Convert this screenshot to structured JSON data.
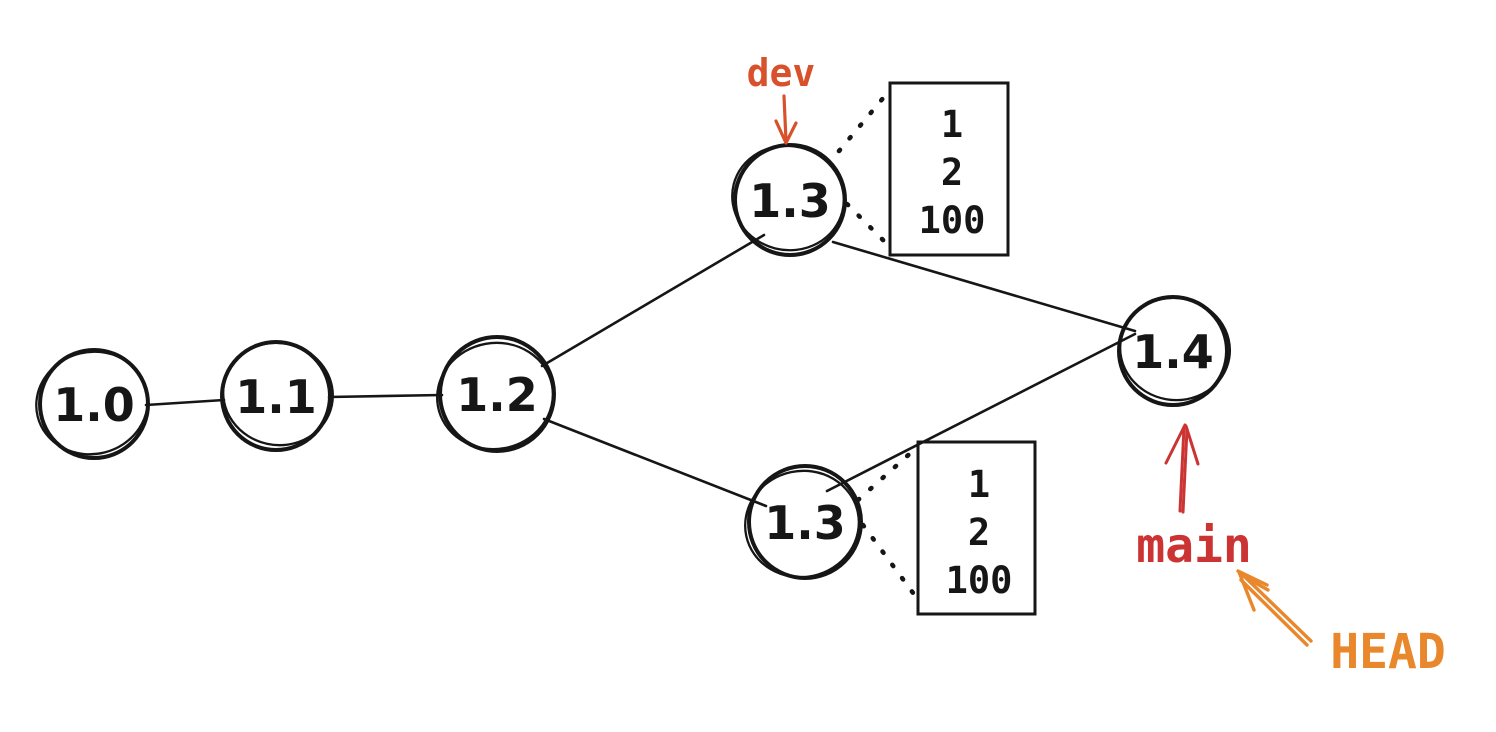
{
  "graph": {
    "background": "#ffffff",
    "ink_color": "#161616",
    "nodes": [
      {
        "label": "1.0"
      },
      {
        "label": "1.1"
      },
      {
        "label": "1.2"
      },
      {
        "label": "1.3"
      },
      {
        "label": "1.3"
      },
      {
        "label": "1.4"
      }
    ],
    "edges": [
      {
        "from": "1.0",
        "to": "1.1"
      },
      {
        "from": "1.1",
        "to": "1.2"
      },
      {
        "from": "1.2",
        "to": "1.3 (top)"
      },
      {
        "from": "1.2",
        "to": "1.3 (bottom)"
      },
      {
        "from": "1.3 (top)",
        "to": "1.4"
      },
      {
        "from": "1.3 (bottom)",
        "to": "1.4"
      }
    ],
    "file_boxes": [
      {
        "attached_to": "1.3 (top)",
        "lines": [
          "1",
          "2",
          "100"
        ]
      },
      {
        "attached_to": "1.3 (bottom)",
        "lines": [
          "1",
          "2",
          "100"
        ]
      }
    ],
    "refs": {
      "dev": {
        "label": "dev",
        "color": "#d9512c",
        "points_to": "1.3 (top)"
      },
      "main": {
        "label": "main",
        "color": "#cc3333",
        "points_to": "1.4"
      },
      "head": {
        "label": "HEAD",
        "color": "#e8872b",
        "points_to": "main"
      }
    }
  }
}
